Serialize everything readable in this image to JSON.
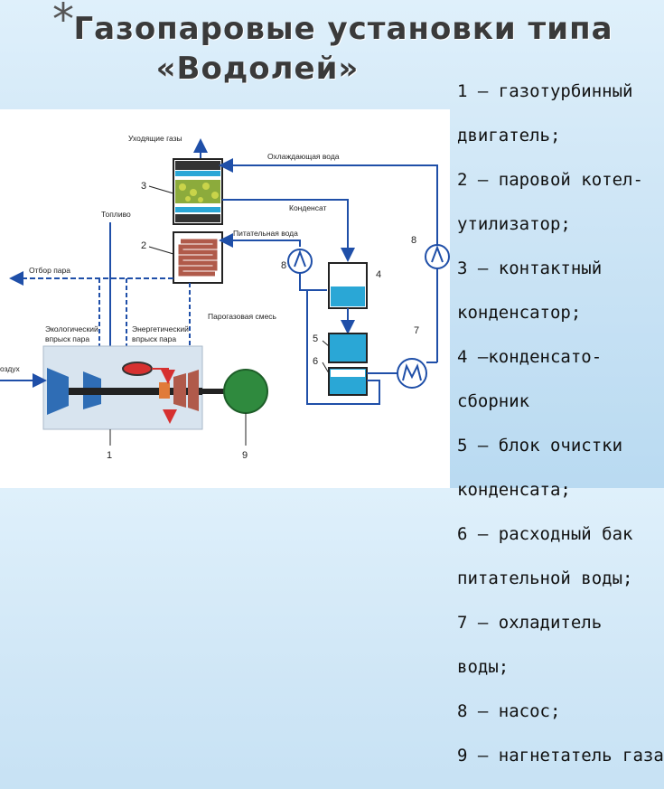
{
  "title": {
    "line1": "Газопаровые установки типа",
    "line2": "«Водолей»"
  },
  "legend": [
    "1 – газотурбинный",
    "двигатель;",
    "2 – паровой котел-",
    "утилизатор;",
    "3 – контактный",
    "конденсатор;",
    "4 –конденсато-",
    "сборник",
    "5 – блок очистки",
    "конденсата;",
    "6 – расходный бак",
    "питательной воды;",
    "7 – охладитель",
    "воды;",
    "8 – насос;",
    "9 – нагнетатель газа"
  ],
  "diagram": {
    "labels": {
      "exhaust": "Уходящие газы",
      "cooling_water": "Охлаждающая вода",
      "condensate": "Конденсат",
      "fuel": "Топливо",
      "feed_water": "Питательная вода",
      "steam_offtake": "Отбор пара",
      "eco_injection_1": "Экологический",
      "eco_injection_2": "впрыск пара",
      "energy_injection_1": "Энергетический",
      "energy_injection_2": "впрыск пара",
      "steam_gas_mix": "Парогазовая смесь",
      "air": "оздух"
    },
    "numbers": {
      "n1": "1",
      "n2": "2",
      "n3": "3",
      "n4": "4",
      "n5": "5",
      "n6": "6",
      "n7": "7",
      "n8a": "8",
      "n8b": "8",
      "n9": "9"
    }
  },
  "colors": {
    "pipe": "#1f4fa8",
    "red": "#d63030",
    "water": "#2aa7d6",
    "boiler": "#b05a4a",
    "generator": "#2f8a3e",
    "turbine_blue": "#2f6db5"
  }
}
